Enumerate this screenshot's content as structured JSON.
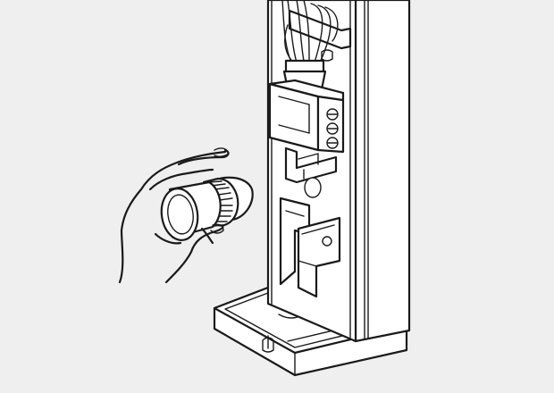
{
  "illustration": {
    "style": "line-art",
    "colors": {
      "background": "#efefef",
      "line": "#1a1a1a",
      "fill": "#ffffff",
      "shade": "#d9d9d9"
    },
    "parts": [
      {
        "id": "hand",
        "icon": "hand-icon"
      },
      {
        "id": "cap",
        "icon": "cap-icon"
      },
      {
        "id": "housing",
        "icon": "housing-icon"
      },
      {
        "id": "wiring",
        "icon": "wiring-icon"
      },
      {
        "id": "valve",
        "icon": "valve-icon"
      },
      {
        "id": "terminal-block",
        "icon": "terminal-icon"
      },
      {
        "id": "bracket",
        "icon": "bracket-icon"
      },
      {
        "id": "base",
        "icon": "base-icon"
      }
    ]
  }
}
